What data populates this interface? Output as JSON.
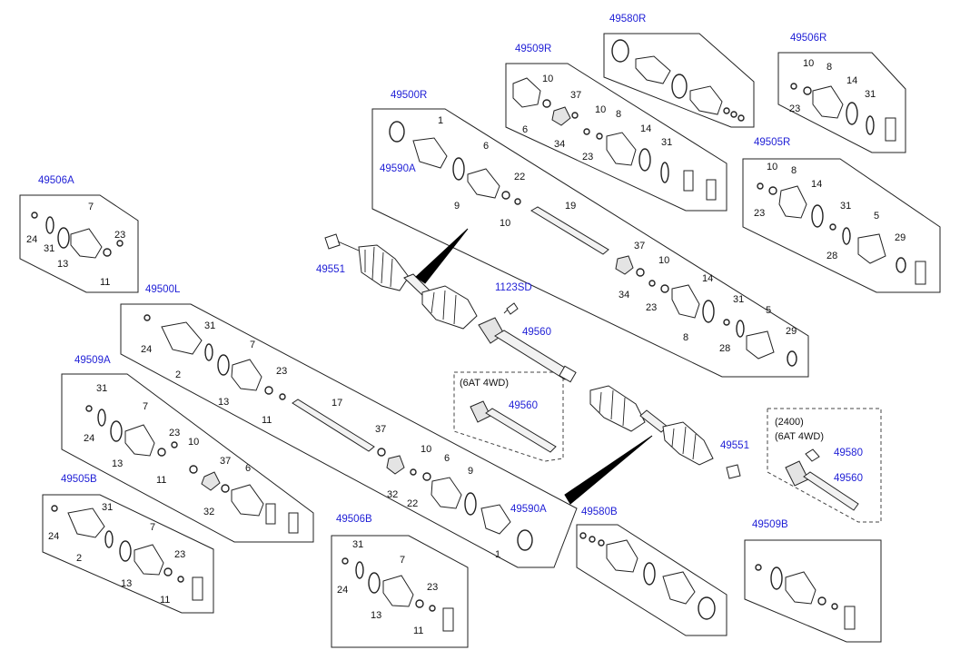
{
  "codes": {
    "c49580R_top": "49580R",
    "c49509R": "49509R",
    "c49506R": "49506R",
    "c49500R": "49500R",
    "c49590A_top": "49590A",
    "c49505R": "49505R",
    "c49506A": "49506A",
    "c49551_left": "49551",
    "c1123SD": "1123SD",
    "c49500L": "49500L",
    "c49560_main": "49560",
    "c49560_6at": "49560",
    "c49509A": "49509A",
    "c49551_right": "49551",
    "c49580_2400": "49580",
    "c49560_2400": "49560",
    "c49505B": "49505B",
    "c49590A_bottom": "49590A",
    "c49506B": "49506B",
    "c49580B": "49580B",
    "c49509B": "49509B"
  },
  "notes": {
    "n6at": "(6AT 4WD)",
    "n2400": "(2400)",
    "n2400_6at": "(6AT 4WD)"
  },
  "nums": {
    "r_10a": "10",
    "r_37": "37",
    "r_6": "6",
    "r_34": "34",
    "r_10b": "10",
    "r_8": "8",
    "r_14": "14",
    "r_31": "31",
    "r_23": "23",
    "r6_10": "10",
    "r6_8": "8",
    "r6_14": "14",
    "r6_31": "31",
    "r6_23": "23",
    "m_1": "1",
    "m_6": "6",
    "m_22": "22",
    "m_9": "9",
    "m_10": "10",
    "m_19": "19",
    "m_37": "37",
    "m_34": "34",
    "m_10b": "10",
    "m_14": "14",
    "m_23": "23",
    "m_31": "31",
    "m_5": "5",
    "m_8": "8",
    "m_28": "28",
    "m_29": "29",
    "r5_10": "10",
    "r5_8": "8",
    "r5_14": "14",
    "r5_23": "23",
    "r5_31": "31",
    "r5_5": "5",
    "r5_28": "28",
    "r5_29": "29",
    "a6_7": "7",
    "a6_23": "23",
    "a6_24": "24",
    "a6_31": "31",
    "a6_13": "13",
    "a6_11": "11",
    "l_31": "31",
    "l_24": "24",
    "l_7": "7",
    "l_2": "2",
    "l_23": "23",
    "l_13": "13",
    "l_11": "11",
    "l_17": "17",
    "l_37": "37",
    "l_10": "10",
    "l_6": "6",
    "l_9": "9",
    "l_32": "32",
    "l_22": "22",
    "l_1": "1",
    "a9_31": "31",
    "a9_7": "7",
    "a9_24": "24",
    "a9_23": "23",
    "a9_13": "13",
    "a9_11": "11",
    "a9_10": "10",
    "a9_37": "37",
    "a9_6": "6",
    "a9_32": "32",
    "b5_31": "31",
    "b5_7": "7",
    "b5_24": "24",
    "b5_2": "2",
    "b5_23": "23",
    "b5_13": "13",
    "b5_11": "11",
    "b6_31": "31",
    "b6_7": "7",
    "b6_24": "24",
    "b6_23": "23",
    "b6_13": "13",
    "b6_11": "11"
  }
}
